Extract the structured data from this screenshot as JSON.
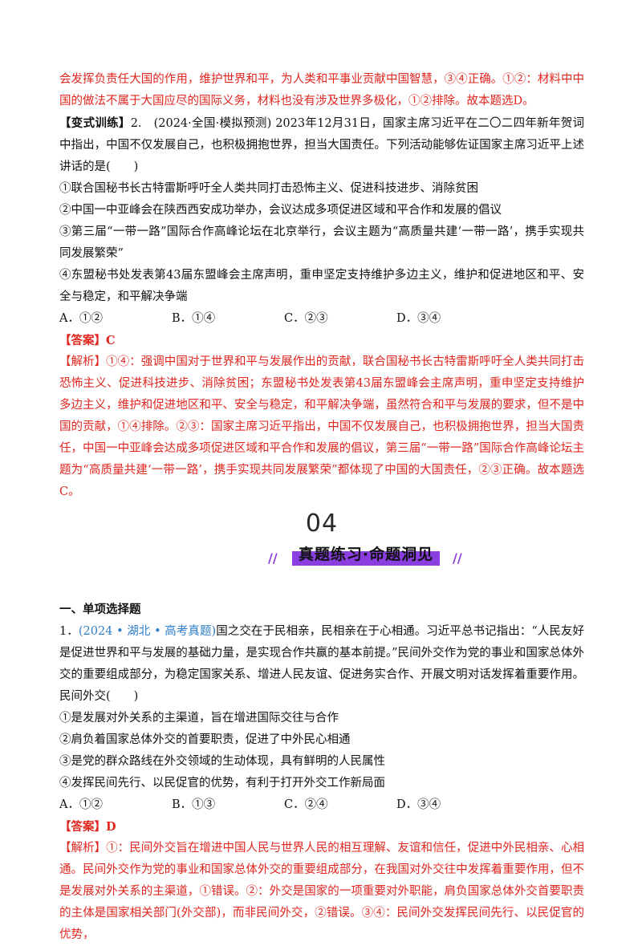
{
  "prev_analysis_tail": "会发挥负责任大国的作用，维护世界和平，为人类和平事业贡献中国智慧，③④正确。①②：材料中中国的做法不属于大国应尽的国际义务，材料也没有涉及世界多极化，①②排除。故本题选D。",
  "q2": {
    "tag": "【变式训练】",
    "stem": "2.　(2024·全国·模拟预测) 2023年12月31日，国家主席习近平在二〇二四年新年贺词中指出，中国不仅发展自己，也积极拥抱世界，担当大国责任。下列活动能够佐证国家主席习近平上述讲话的是(　　)",
    "items": [
      "①联合国秘书长古特雷斯呼吁全人类共同打击恐怖主义、促进科技进步、消除贫困",
      "②中国一中亚峰会在陕西西安成功举办，会议达成多项促进区域和平合作和发展的倡议",
      "③第三届“一带一路”国际合作高峰论坛在北京举行，会议主题为“高质量共建‘一带一路’，携手实现共同发展繁荣”",
      "④东盟秘书处发表第43届东盟峰会主席声明，重申坚定支持维护多边主义，维护和促进地区和平、安全与稳定，和平解决争端"
    ],
    "options": [
      "A．①②",
      "B．①④",
      "C．②③",
      "D．③④"
    ],
    "answer": "【答案】C",
    "analysis": "【解析】①④：强调中国对于世界和平与发展作出的贡献，联合国秘书长古特雷斯呼吁全人类共同打击恐怖主义、促进科技进步、消除贫困；东盟秘书处发表第43届东盟峰会主席声明，重申坚定支持维护多边主义，维护和促进地区和平、安全与稳定，和平解决争端，虽然符合和平与发展的要求，但不是中国的贡献，①④排除。②③：国家主席习近平指出，中国不仅发展自己，也积极拥抱世界，担当大国责任，中国一中亚峰会达成多项促进区域和平合作和发展的倡议，第三届“一带一路”国际合作高峰论坛主题为“高质量共建‘一带一路’，携手实现共同发展繁荣”都体现了中国的大国责任，②③正确。故本题选C。"
  },
  "banner": {
    "number": "04",
    "title": "真题练习·命题洞见"
  },
  "section_title": "一、单项选择题",
  "q1": {
    "number": "1．",
    "source": "(2024 • 湖北 • 高考真题)",
    "stem": "国之交在于民相亲，民相亲在于心相通。习近平总书记指出：“人民友好是促进世界和平与发展的基础力量，是实现合作共赢的基本前提。”民间外交作为党的事业和国家总体外交的重要组成部分，为稳定国家关系、增进人民友谊、促进务实合作、开展文明对话发挥着重要作用。民间外交(　　)",
    "items": [
      "①是发展对外关系的主渠道，旨在增进国际交往与合作",
      "②肩负着国家总体外交的首要职责，促进了中外民心相通",
      "③是党的群众路线在外交领域的生动体现，具有鲜明的人民属性",
      "④发挥民间先行、以民促官的优势，有利于打开外交工作新局面"
    ],
    "options": [
      "A．①②",
      "B．①③",
      "C．②④",
      "D．③④"
    ],
    "answer": "【答案】D",
    "analysis": "【解析】①：民间外交旨在增进中国人民与世界人民的相互理解、友谊和信任，促进中外民相亲、心相通。民间外交作为党的事业和国家总体外交的重要组成部分，在我国对外交往中发挥着重要作用，但不是发展对外关系的主渠道，①错误。②：外交是国家的一项重要对外职能，肩负国家总体外交首要职责的主体是国家相关部门(外交部)，而非民间外交，②错误。③④：民间外交发挥民间先行、以民促官的优势，"
  }
}
